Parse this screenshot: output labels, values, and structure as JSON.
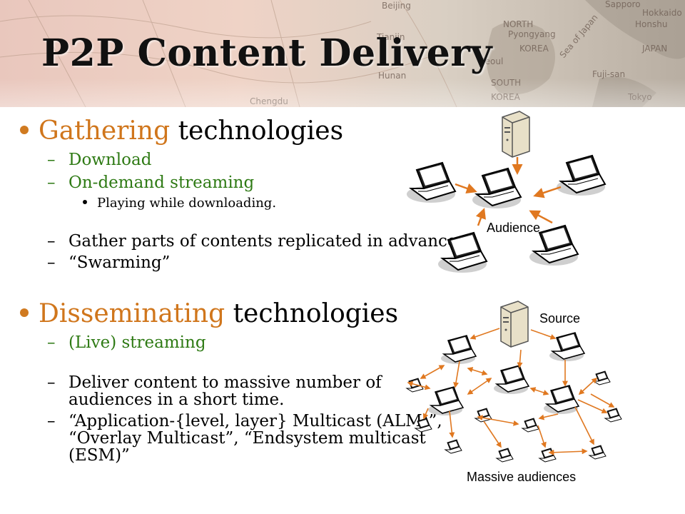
{
  "title": "P2P Content Delivery",
  "gathering": {
    "accent": "Gathering",
    "rest": " technologies",
    "items": [
      {
        "text": "Download"
      },
      {
        "text": "On-demand streaming"
      }
    ],
    "subitem": "Playing while downloading.",
    "items2": [
      {
        "text": "Gather parts of contents replicated in advance."
      },
      {
        "text": "“Swarming”"
      }
    ]
  },
  "disseminating": {
    "accent": "Disseminating",
    "rest": " technologies",
    "item_live": "(Live) streaming",
    "item_deliver_line1": "Deliver content to massive number of",
    "item_deliver_line2": "audiences in a short time.",
    "item_alm_line1": "“Application-{level, layer} Multicast (ALM)”,",
    "item_alm_line2": "“Overlay Multicast”, “Endsystem multicast",
    "item_alm_line3": "(ESM)”"
  },
  "diagram_top": {
    "label": "Audience"
  },
  "diagram_bottom": {
    "source_label": "Source",
    "audience_label": "Massive audiences"
  },
  "banner_map_labels": [
    "Beijing",
    "NORTH",
    "Pyongyang",
    "KOREA",
    "Seoul",
    "SOUTH",
    "KOREA",
    "JAPAN",
    "Tokyo",
    "Sea of Japan",
    "Tianjin",
    "Honshu",
    "Sapporo",
    "Hokkaido",
    "Fuji-san",
    "Chengdu",
    "Hunan"
  ],
  "colors": {
    "accent": "#d0761c",
    "green": "#2e7a14",
    "arrow": "#e07820"
  }
}
